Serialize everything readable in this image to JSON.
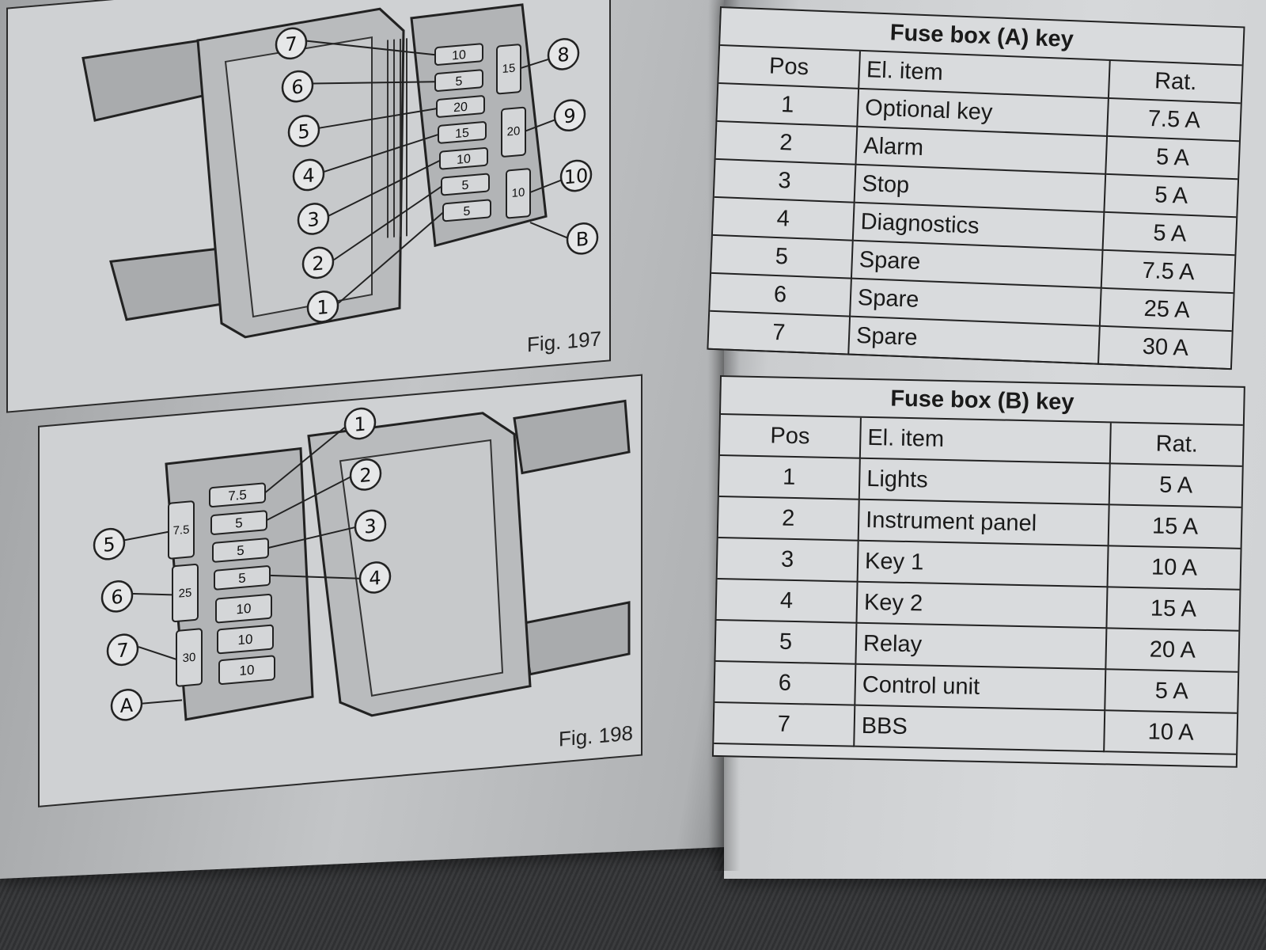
{
  "figures": [
    {
      "caption": "Fig. 197",
      "fuse_labels": [
        "10",
        "5",
        "20",
        "15",
        "10",
        "5",
        "5"
      ],
      "side_labels": [
        "15",
        "20",
        "10"
      ],
      "callouts": [
        "7",
        "6",
        "5",
        "4",
        "3",
        "2",
        "1",
        "8",
        "9",
        "10",
        "B"
      ]
    },
    {
      "caption": "Fig. 198",
      "fuse_labels": [
        "7.5",
        "5",
        "5",
        "5",
        "10",
        "10",
        "10"
      ],
      "side_labels": [
        "7.5",
        "25",
        "30"
      ],
      "callouts": [
        "1",
        "2",
        "3",
        "4",
        "5",
        "6",
        "7",
        "A"
      ]
    }
  ],
  "table_a": {
    "title": "Fuse box (A) key",
    "headers": [
      "Pos",
      "El. item",
      "Rat."
    ],
    "rows": [
      [
        "1",
        "Optional key",
        "7.5 A"
      ],
      [
        "2",
        "Alarm",
        "5 A"
      ],
      [
        "3",
        "Stop",
        "5 A"
      ],
      [
        "4",
        "Diagnostics",
        "5 A"
      ],
      [
        "5",
        "Spare",
        "7.5 A"
      ],
      [
        "6",
        "Spare",
        "25 A"
      ],
      [
        "7",
        "Spare",
        "30 A"
      ]
    ]
  },
  "table_b": {
    "title": "Fuse box (B) key",
    "headers": [
      "Pos",
      "El. item",
      "Rat."
    ],
    "rows": [
      [
        "1",
        "Lights",
        "5 A"
      ],
      [
        "2",
        "Instrument panel",
        "15 A"
      ],
      [
        "3",
        "Key 1",
        "10 A"
      ],
      [
        "4",
        "Key 2",
        "15 A"
      ],
      [
        "5",
        "Relay",
        "20 A"
      ],
      [
        "6",
        "Control unit",
        "5 A"
      ],
      [
        "7",
        "BBS",
        "10 A"
      ]
    ]
  }
}
